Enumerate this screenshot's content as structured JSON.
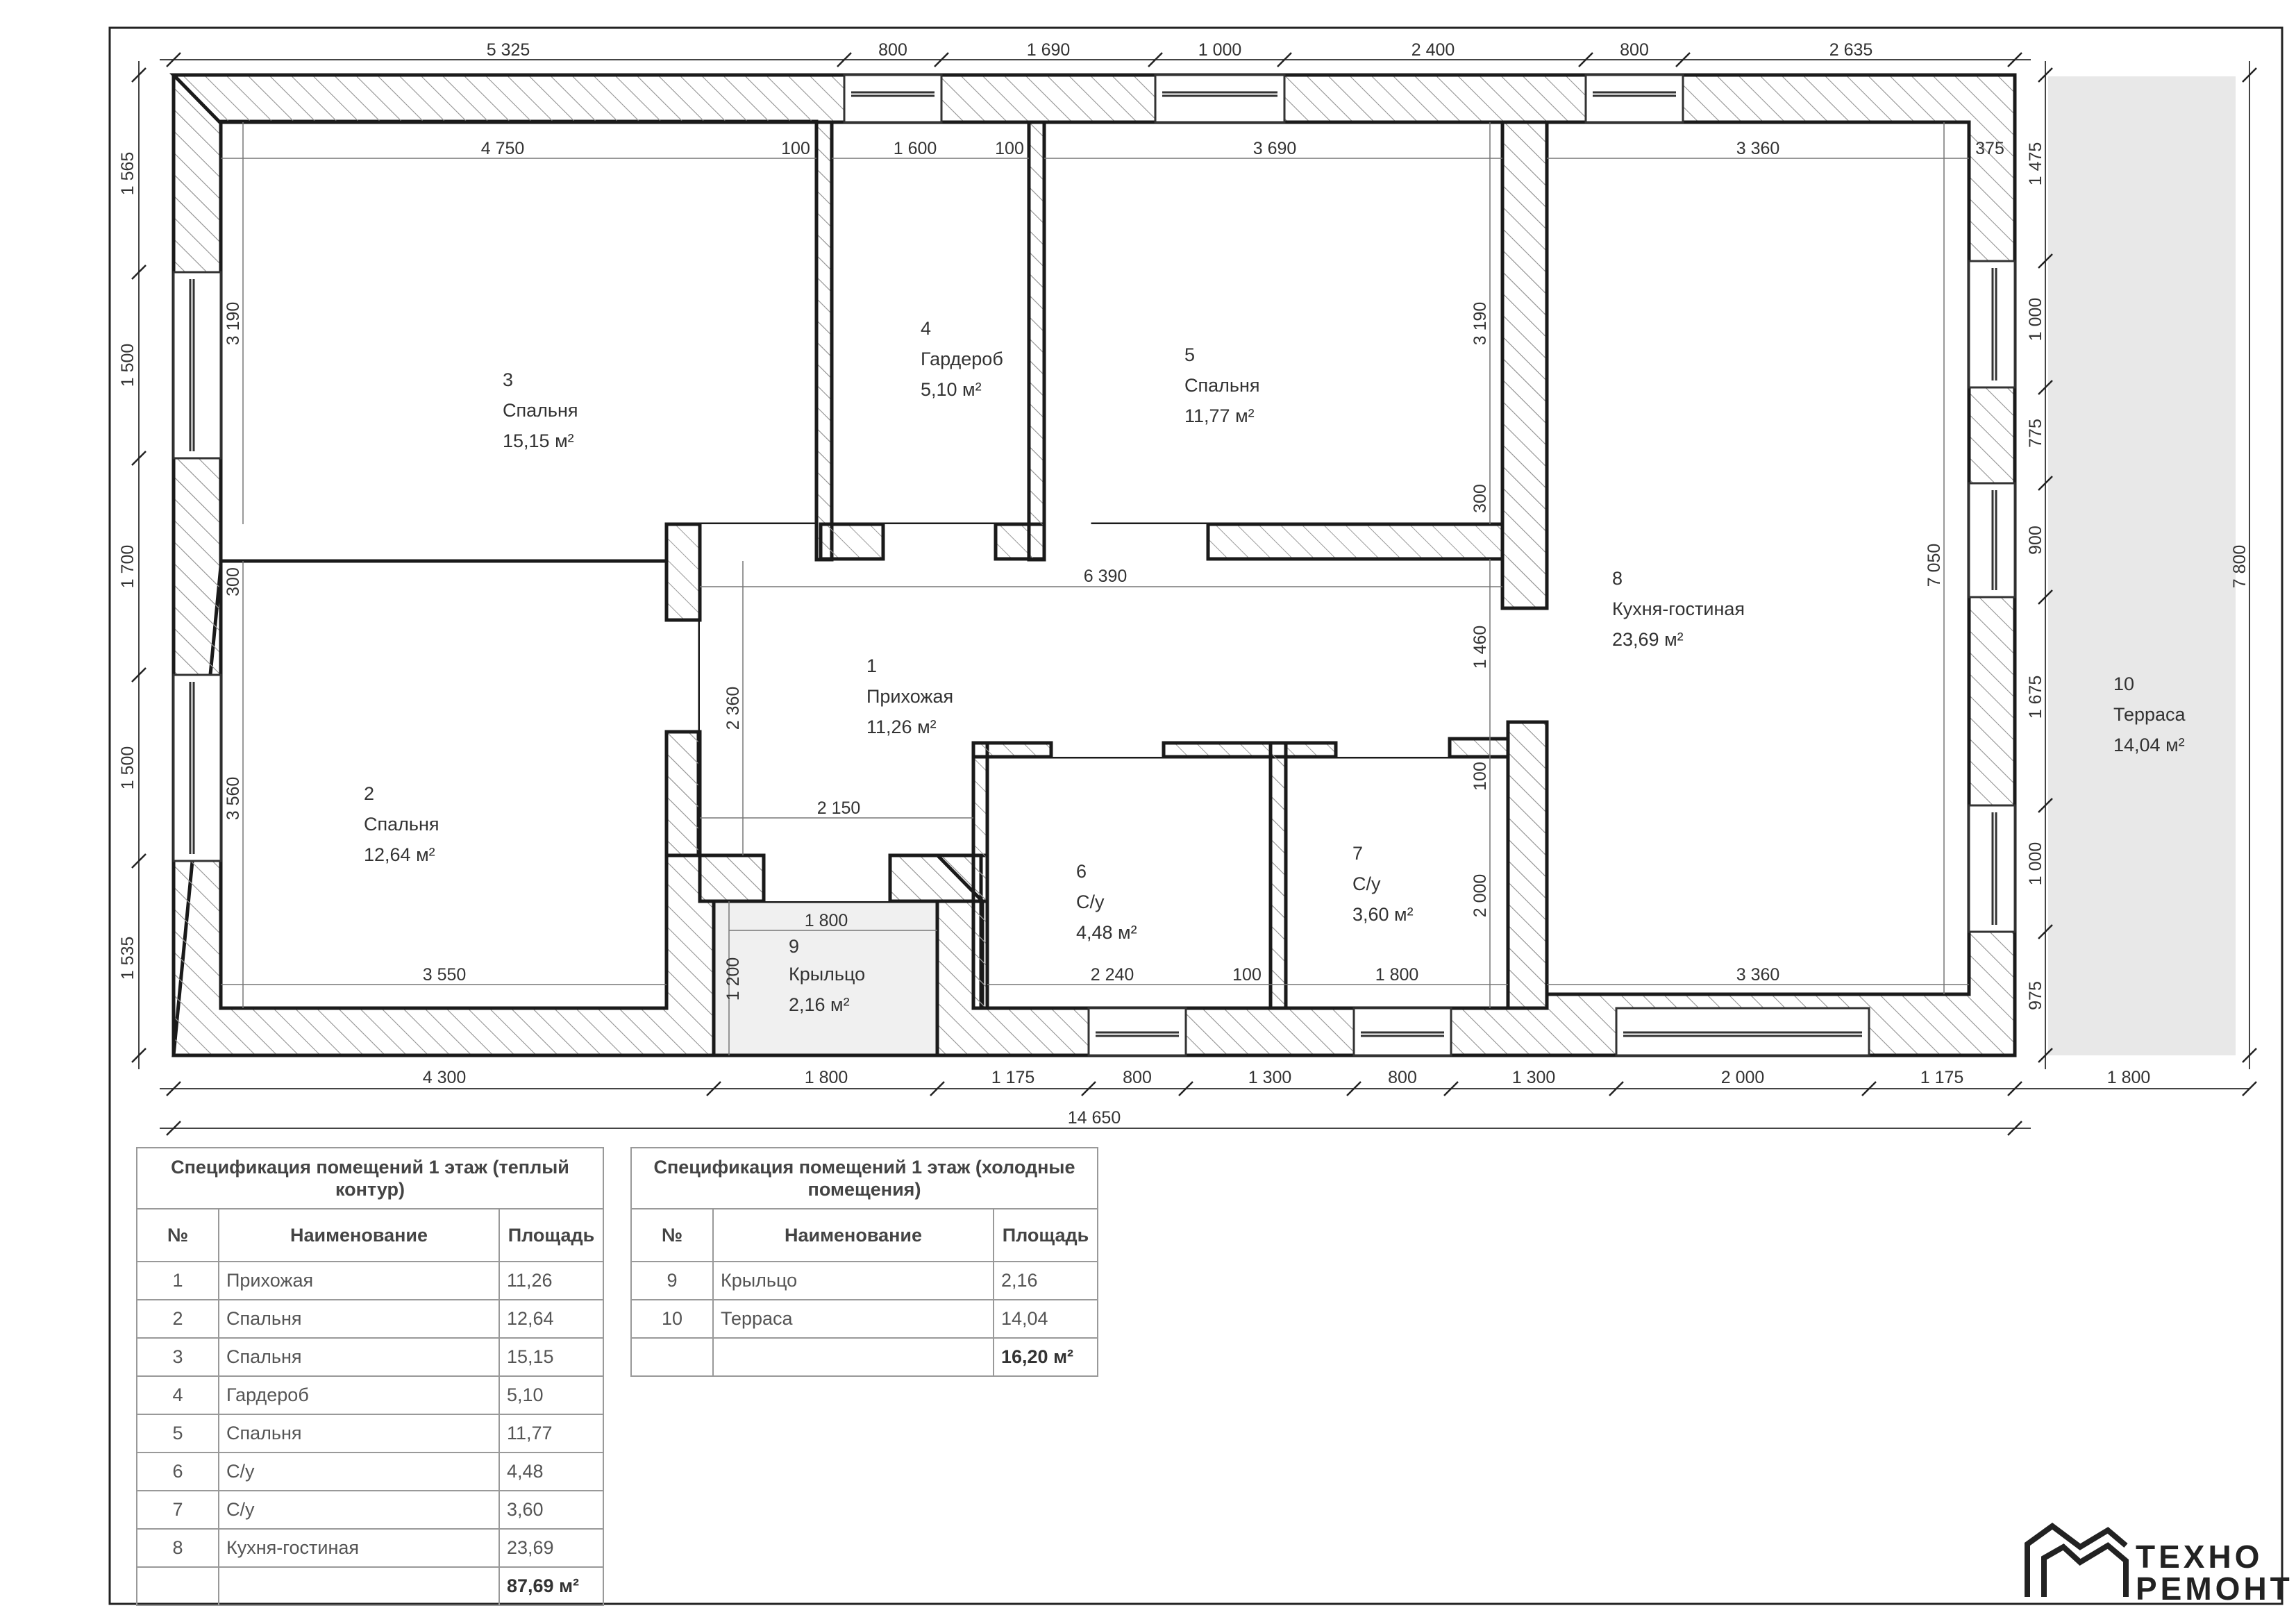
{
  "dimensions": {
    "top": [
      "5 325",
      "800",
      "1 690",
      "1 000",
      "2 400",
      "800",
      "2 635"
    ],
    "bottom": [
      "4 300",
      "1 800",
      "1 175",
      "800",
      "1 300",
      "800",
      "1 300",
      "2 000",
      "1 175",
      "1 800"
    ],
    "total_width": "14 650",
    "left": [
      "1 565",
      "1 500",
      "1 700",
      "1 500",
      "1 535"
    ],
    "right": [
      "1 475",
      "1 000",
      "775",
      "900",
      "1 675",
      "1 000",
      "975"
    ],
    "total_height": "7 800",
    "inner": {
      "r3_w": "4 750",
      "r3_h": "3 190",
      "d100a": "100",
      "r4_w": "1 600",
      "d100b": "100",
      "r5_w": "3 690",
      "r5_h": "3 190",
      "r8_w": "3 360",
      "d375": "375",
      "d300a": "300",
      "d6390": "6 390",
      "d7050": "7 050",
      "d300b": "300",
      "r2_h": "3 560",
      "r1_h": "2 360",
      "d1460": "1 460",
      "d2150": "2 150",
      "d100c": "100",
      "d1800a": "1 800",
      "d1200": "1 200",
      "d2000": "2 000",
      "r2_w": "3 550",
      "r6_w": "2 240",
      "d100d": "100",
      "r7_w": "1 800",
      "r8_w2": "3 360"
    }
  },
  "rooms": [
    {
      "num": "1",
      "name": "Прихожая",
      "area": "11,26 м²"
    },
    {
      "num": "2",
      "name": "Спальня",
      "area": "12,64 м²"
    },
    {
      "num": "3",
      "name": "Спальня",
      "area": "15,15 м²"
    },
    {
      "num": "4",
      "name": "Гардероб",
      "area": "5,10 м²"
    },
    {
      "num": "5",
      "name": "Спальня",
      "area": "11,77 м²"
    },
    {
      "num": "6",
      "name": "С/у",
      "area": "4,48 м²"
    },
    {
      "num": "7",
      "name": "С/у",
      "area": "3,60 м²"
    },
    {
      "num": "8",
      "name": "Кухня-гостиная",
      "area": "23,69 м²"
    },
    {
      "num": "9",
      "name": "Крыльцо",
      "area": "2,16 м²"
    },
    {
      "num": "10",
      "name": "Терраса",
      "area": "14,04 м²"
    }
  ],
  "table_warm": {
    "title": "Спецификация помещений 1 этаж (теплый контур)",
    "headers": [
      "№",
      "Наименование",
      "Площадь"
    ],
    "rows": [
      [
        "1",
        "Прихожая",
        "11,26"
      ],
      [
        "2",
        "Спальня",
        "12,64"
      ],
      [
        "3",
        "Спальня",
        "15,15"
      ],
      [
        "4",
        "Гардероб",
        "5,10"
      ],
      [
        "5",
        "Спальня",
        "11,77"
      ],
      [
        "6",
        "С/у",
        "4,48"
      ],
      [
        "7",
        "С/у",
        "3,60"
      ],
      [
        "8",
        "Кухня-гостиная",
        "23,69"
      ]
    ],
    "total": "87,69 м²"
  },
  "table_cold": {
    "title": "Спецификация помещений 1 этаж (холодные помещения)",
    "headers": [
      "№",
      "Наименование",
      "Площадь"
    ],
    "rows": [
      [
        "9",
        "Крыльцо",
        "2,16"
      ],
      [
        "10",
        "Терраса",
        "14,04"
      ]
    ],
    "total": "16,20 м²"
  },
  "logo": {
    "line1": "ТЕХНО",
    "line2": "РЕМОНТ"
  },
  "colors": {
    "wall": "#1a1a1a",
    "hatch": "#9a9a9a",
    "terrace": "#e8e8e8",
    "porch": "#f0f0f0",
    "dim": "#555"
  }
}
